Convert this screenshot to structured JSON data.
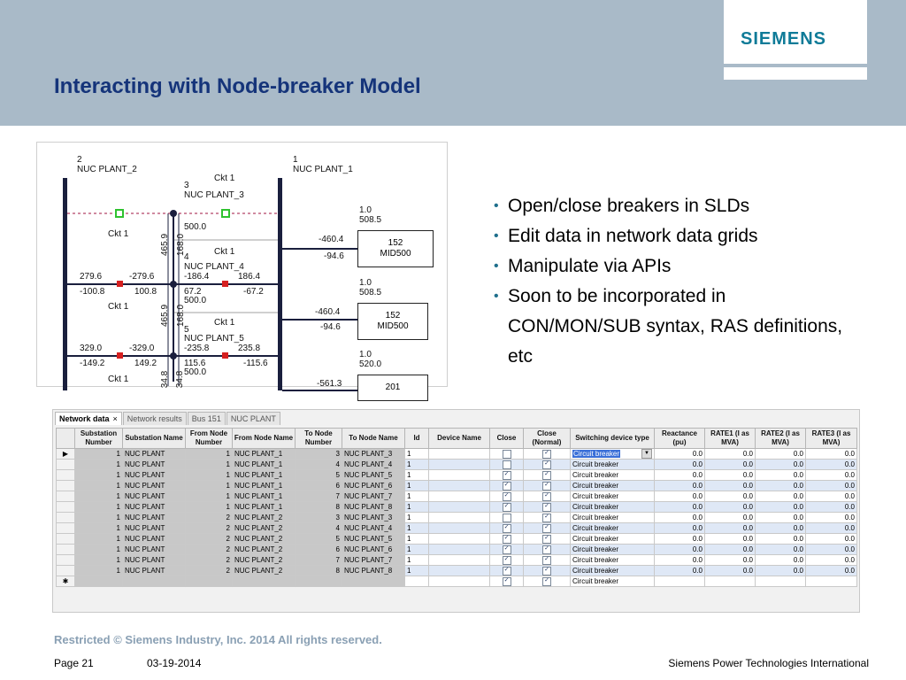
{
  "title": "Interacting with Node-breaker Model",
  "logo": "SIEMENS",
  "sld": {
    "bus2_num": "2",
    "bus2_name": "NUC PLANT_2",
    "bus1_num": "1",
    "bus1_name": "NUC PLANT_1",
    "node3_num": "3",
    "node3_name": "NUC PLANT_3",
    "node4_num": "4",
    "node4_name": "NUC PLANT_4",
    "node5_num": "5",
    "node5_name": "NUC PLANT_5",
    "ckt1": "Ckt 1",
    "v1": "1.0",
    "v1b": "508.5",
    "v2": "1.0",
    "v2b": "508.5",
    "v3": "1.0",
    "v3b": "520.0",
    "n3_val": "500.0",
    "n4_val": "500.0",
    "n5_val": "500.0",
    "f1a": "-460.4",
    "f1b": "-94.6",
    "f2a": "-460.4",
    "f2b": "-94.6",
    "f3a": "-561.3",
    "r1a": "279.6",
    "r1b": "-279.6",
    "r1c": "-186.4",
    "r1d": "186.4",
    "r2a": "-100.8",
    "r2b": "100.8",
    "r2c": "67.2",
    "r2d": "-67.2",
    "r3a": "329.0",
    "r3b": "-329.0",
    "r3c": "-235.8",
    "r3d": "235.8",
    "r4a": "-149.2",
    "r4b": "149.2",
    "r4c": "115.6",
    "r4d": "-115.6",
    "vert1": "465.9",
    "vert2": "168.0",
    "vert3": "465.9",
    "vert4": "168.0",
    "vert5": "34.8",
    "vert6": "34.8",
    "box1_top": "152",
    "box1_bot": "MID500",
    "box2_top": "152",
    "box2_bot": "MID500",
    "box3_top": "201"
  },
  "bullets": [
    "Open/close breakers in SLDs",
    "Edit data in network data grids",
    "Manipulate via APIs",
    "Soon to be incorporated in CON/MON/SUB syntax, RAS definitions, etc"
  ],
  "grid": {
    "tabs": [
      "Network data",
      "Network results",
      "Bus 151",
      "NUC PLANT"
    ],
    "tab_close": "×",
    "columns": [
      "Substation Number",
      "Substation Name",
      "From Node Number",
      "From Node Name",
      "To Node Number",
      "To Node Name",
      "Id",
      "Device Name",
      "Close",
      "Close (Normal)",
      "Switching device type",
      "Reactance (pu)",
      "RATE1 (I as MVA)",
      "RATE2 (I as MVA)",
      "RATE3 (I as MVA)"
    ],
    "rows": [
      {
        "sub": "1",
        "subname": "NUC PLANT",
        "fn": "1",
        "fname": "NUC PLANT_1",
        "tn": "3",
        "tname": "NUC PLANT_3",
        "id": "1",
        "dev": "",
        "close": false,
        "closen": true,
        "type": "Circuit breaker",
        "x": "0.0",
        "r1": "0.0",
        "r2": "0.0",
        "r3": "0.0"
      },
      {
        "sub": "1",
        "subname": "NUC PLANT",
        "fn": "1",
        "fname": "NUC PLANT_1",
        "tn": "4",
        "tname": "NUC PLANT_4",
        "id": "1",
        "dev": "",
        "close": false,
        "closen": true,
        "type": "Circuit breaker",
        "x": "0.0",
        "r1": "0.0",
        "r2": "0.0",
        "r3": "0.0"
      },
      {
        "sub": "1",
        "subname": "NUC PLANT",
        "fn": "1",
        "fname": "NUC PLANT_1",
        "tn": "5",
        "tname": "NUC PLANT_5",
        "id": "1",
        "dev": "",
        "close": true,
        "closen": true,
        "type": "Circuit breaker",
        "x": "0.0",
        "r1": "0.0",
        "r2": "0.0",
        "r3": "0.0"
      },
      {
        "sub": "1",
        "subname": "NUC PLANT",
        "fn": "1",
        "fname": "NUC PLANT_1",
        "tn": "6",
        "tname": "NUC PLANT_6",
        "id": "1",
        "dev": "",
        "close": true,
        "closen": true,
        "type": "Circuit breaker",
        "x": "0.0",
        "r1": "0.0",
        "r2": "0.0",
        "r3": "0.0"
      },
      {
        "sub": "1",
        "subname": "NUC PLANT",
        "fn": "1",
        "fname": "NUC PLANT_1",
        "tn": "7",
        "tname": "NUC PLANT_7",
        "id": "1",
        "dev": "",
        "close": true,
        "closen": true,
        "type": "Circuit breaker",
        "x": "0.0",
        "r1": "0.0",
        "r2": "0.0",
        "r3": "0.0"
      },
      {
        "sub": "1",
        "subname": "NUC PLANT",
        "fn": "1",
        "fname": "NUC PLANT_1",
        "tn": "8",
        "tname": "NUC PLANT_8",
        "id": "1",
        "dev": "",
        "close": true,
        "closen": true,
        "type": "Circuit breaker",
        "x": "0.0",
        "r1": "0.0",
        "r2": "0.0",
        "r3": "0.0"
      },
      {
        "sub": "1",
        "subname": "NUC PLANT",
        "fn": "2",
        "fname": "NUC PLANT_2",
        "tn": "3",
        "tname": "NUC PLANT_3",
        "id": "1",
        "dev": "",
        "close": false,
        "closen": true,
        "type": "Circuit breaker",
        "x": "0.0",
        "r1": "0.0",
        "r2": "0.0",
        "r3": "0.0"
      },
      {
        "sub": "1",
        "subname": "NUC PLANT",
        "fn": "2",
        "fname": "NUC PLANT_2",
        "tn": "4",
        "tname": "NUC PLANT_4",
        "id": "1",
        "dev": "",
        "close": true,
        "closen": true,
        "type": "Circuit breaker",
        "x": "0.0",
        "r1": "0.0",
        "r2": "0.0",
        "r3": "0.0"
      },
      {
        "sub": "1",
        "subname": "NUC PLANT",
        "fn": "2",
        "fname": "NUC PLANT_2",
        "tn": "5",
        "tname": "NUC PLANT_5",
        "id": "1",
        "dev": "",
        "close": true,
        "closen": true,
        "type": "Circuit breaker",
        "x": "0.0",
        "r1": "0.0",
        "r2": "0.0",
        "r3": "0.0"
      },
      {
        "sub": "1",
        "subname": "NUC PLANT",
        "fn": "2",
        "fname": "NUC PLANT_2",
        "tn": "6",
        "tname": "NUC PLANT_6",
        "id": "1",
        "dev": "",
        "close": true,
        "closen": true,
        "type": "Circuit breaker",
        "x": "0.0",
        "r1": "0.0",
        "r2": "0.0",
        "r3": "0.0"
      },
      {
        "sub": "1",
        "subname": "NUC PLANT",
        "fn": "2",
        "fname": "NUC PLANT_2",
        "tn": "7",
        "tname": "NUC PLANT_7",
        "id": "1",
        "dev": "",
        "close": true,
        "closen": true,
        "type": "Circuit breaker",
        "x": "0.0",
        "r1": "0.0",
        "r2": "0.0",
        "r3": "0.0"
      },
      {
        "sub": "1",
        "subname": "NUC PLANT",
        "fn": "2",
        "fname": "NUC PLANT_2",
        "tn": "8",
        "tname": "NUC PLANT_8",
        "id": "1",
        "dev": "",
        "close": true,
        "closen": true,
        "type": "Circuit breaker",
        "x": "0.0",
        "r1": "0.0",
        "r2": "0.0",
        "r3": "0.0"
      }
    ],
    "new_row_marker": "✱",
    "new_row_type": "Circuit breaker",
    "current_row_marker": "▶"
  },
  "footer": {
    "copyright": "Restricted © Siemens Industry, Inc. 2014 All rights reserved.",
    "page": "Page 21",
    "date": "03-19-2014",
    "company": "Siemens Power Technologies International"
  },
  "colors": {
    "header_bg": "#a9bac8",
    "title": "#15347a",
    "logo": "#0f7b98",
    "breaker_closed": "#d62020",
    "breaker_open": "#2fc22f"
  }
}
